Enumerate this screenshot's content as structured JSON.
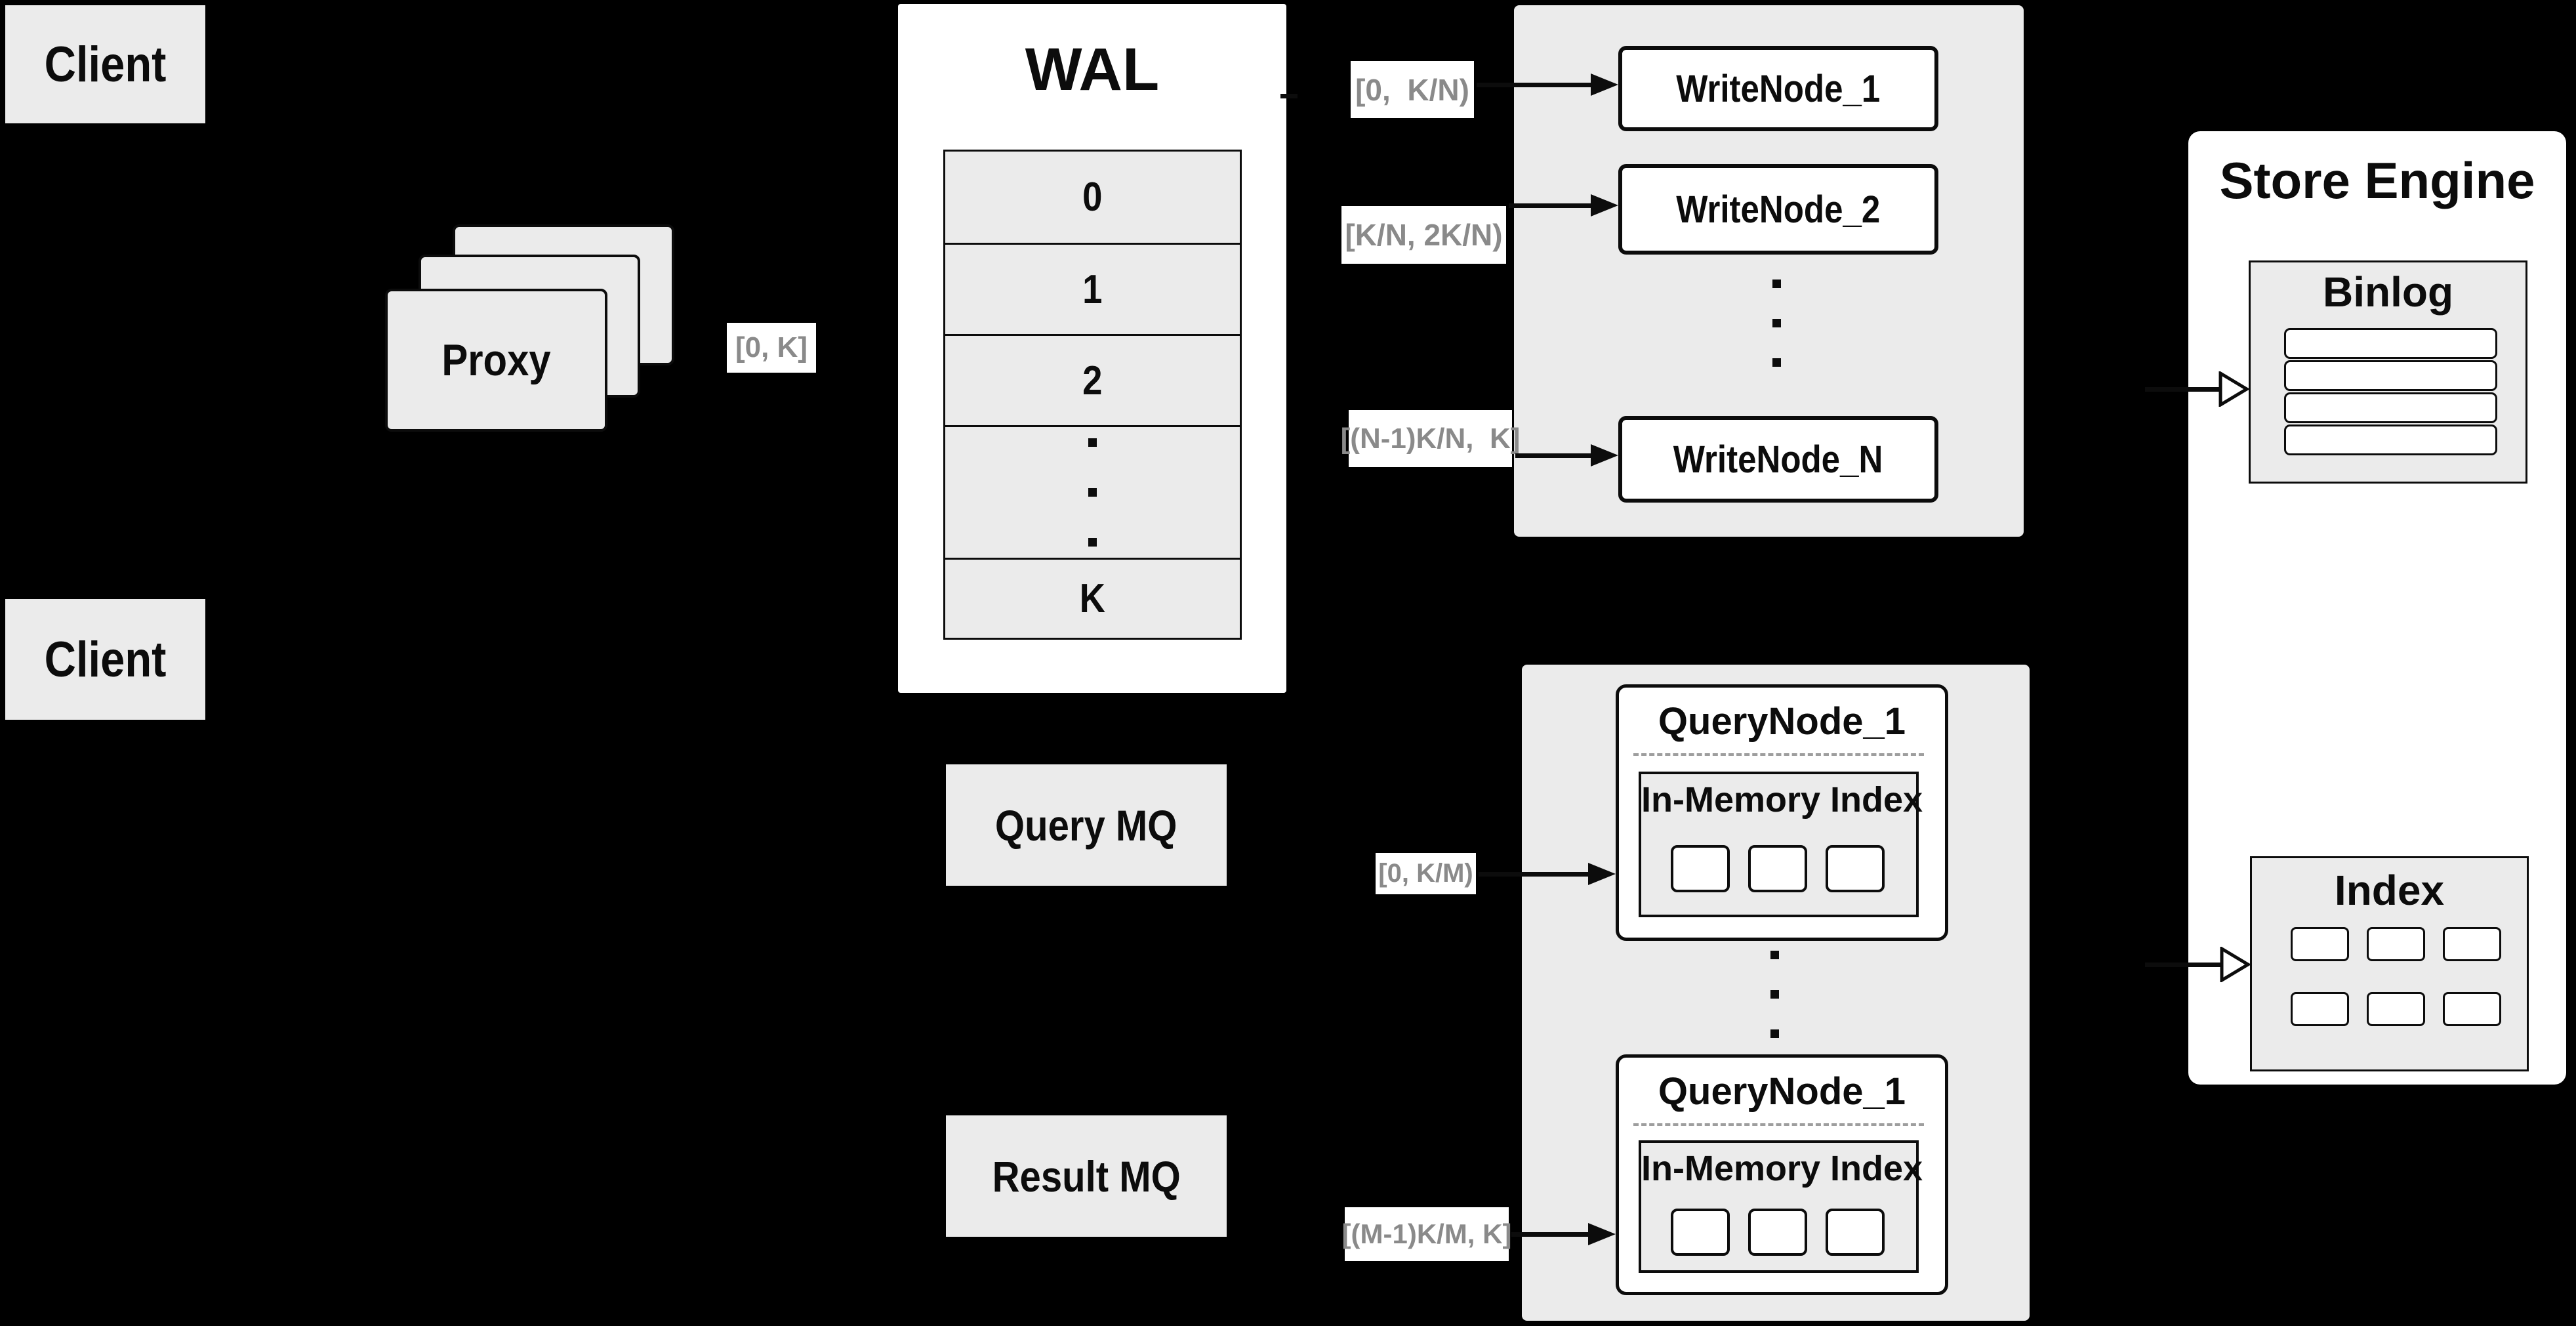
{
  "colors": {
    "background": "#000000",
    "box_fill": "#ebebeb",
    "panel_fill": "#ffffff",
    "line_color": "#0c0c0c",
    "range_label_text": "#8a8a8a"
  },
  "clients": {
    "top_label": "Client",
    "bottom_label": "Client"
  },
  "proxy": {
    "label": "Proxy",
    "range_chip": "[0, K]"
  },
  "wal": {
    "title": "WAL",
    "rows": [
      "0",
      "1",
      "2"
    ],
    "last_row": "K"
  },
  "write_group": {
    "nodes": [
      {
        "label": "WriteNode_1",
        "range_chip": "[0,  K/N)"
      },
      {
        "label": "WriteNode_2",
        "range_chip": "[K/N, 2K/N)"
      },
      {
        "label": "WriteNode_N",
        "range_chip": "[(N-1)K/N,  K]"
      }
    ]
  },
  "mq": {
    "query_label": "Query MQ",
    "result_label": "Result MQ"
  },
  "query_group": {
    "nodes": [
      {
        "title": "QueryNode_1",
        "inner_title": "In-Memory Index",
        "range_chip": "[0, K/M)"
      },
      {
        "title": "QueryNode_1",
        "inner_title": "In-Memory Index",
        "range_chip": "[(M-1)K/M, K]"
      }
    ]
  },
  "store_engine": {
    "title": "Store Engine",
    "binlog_title": "Binlog",
    "index_title": "Index"
  }
}
